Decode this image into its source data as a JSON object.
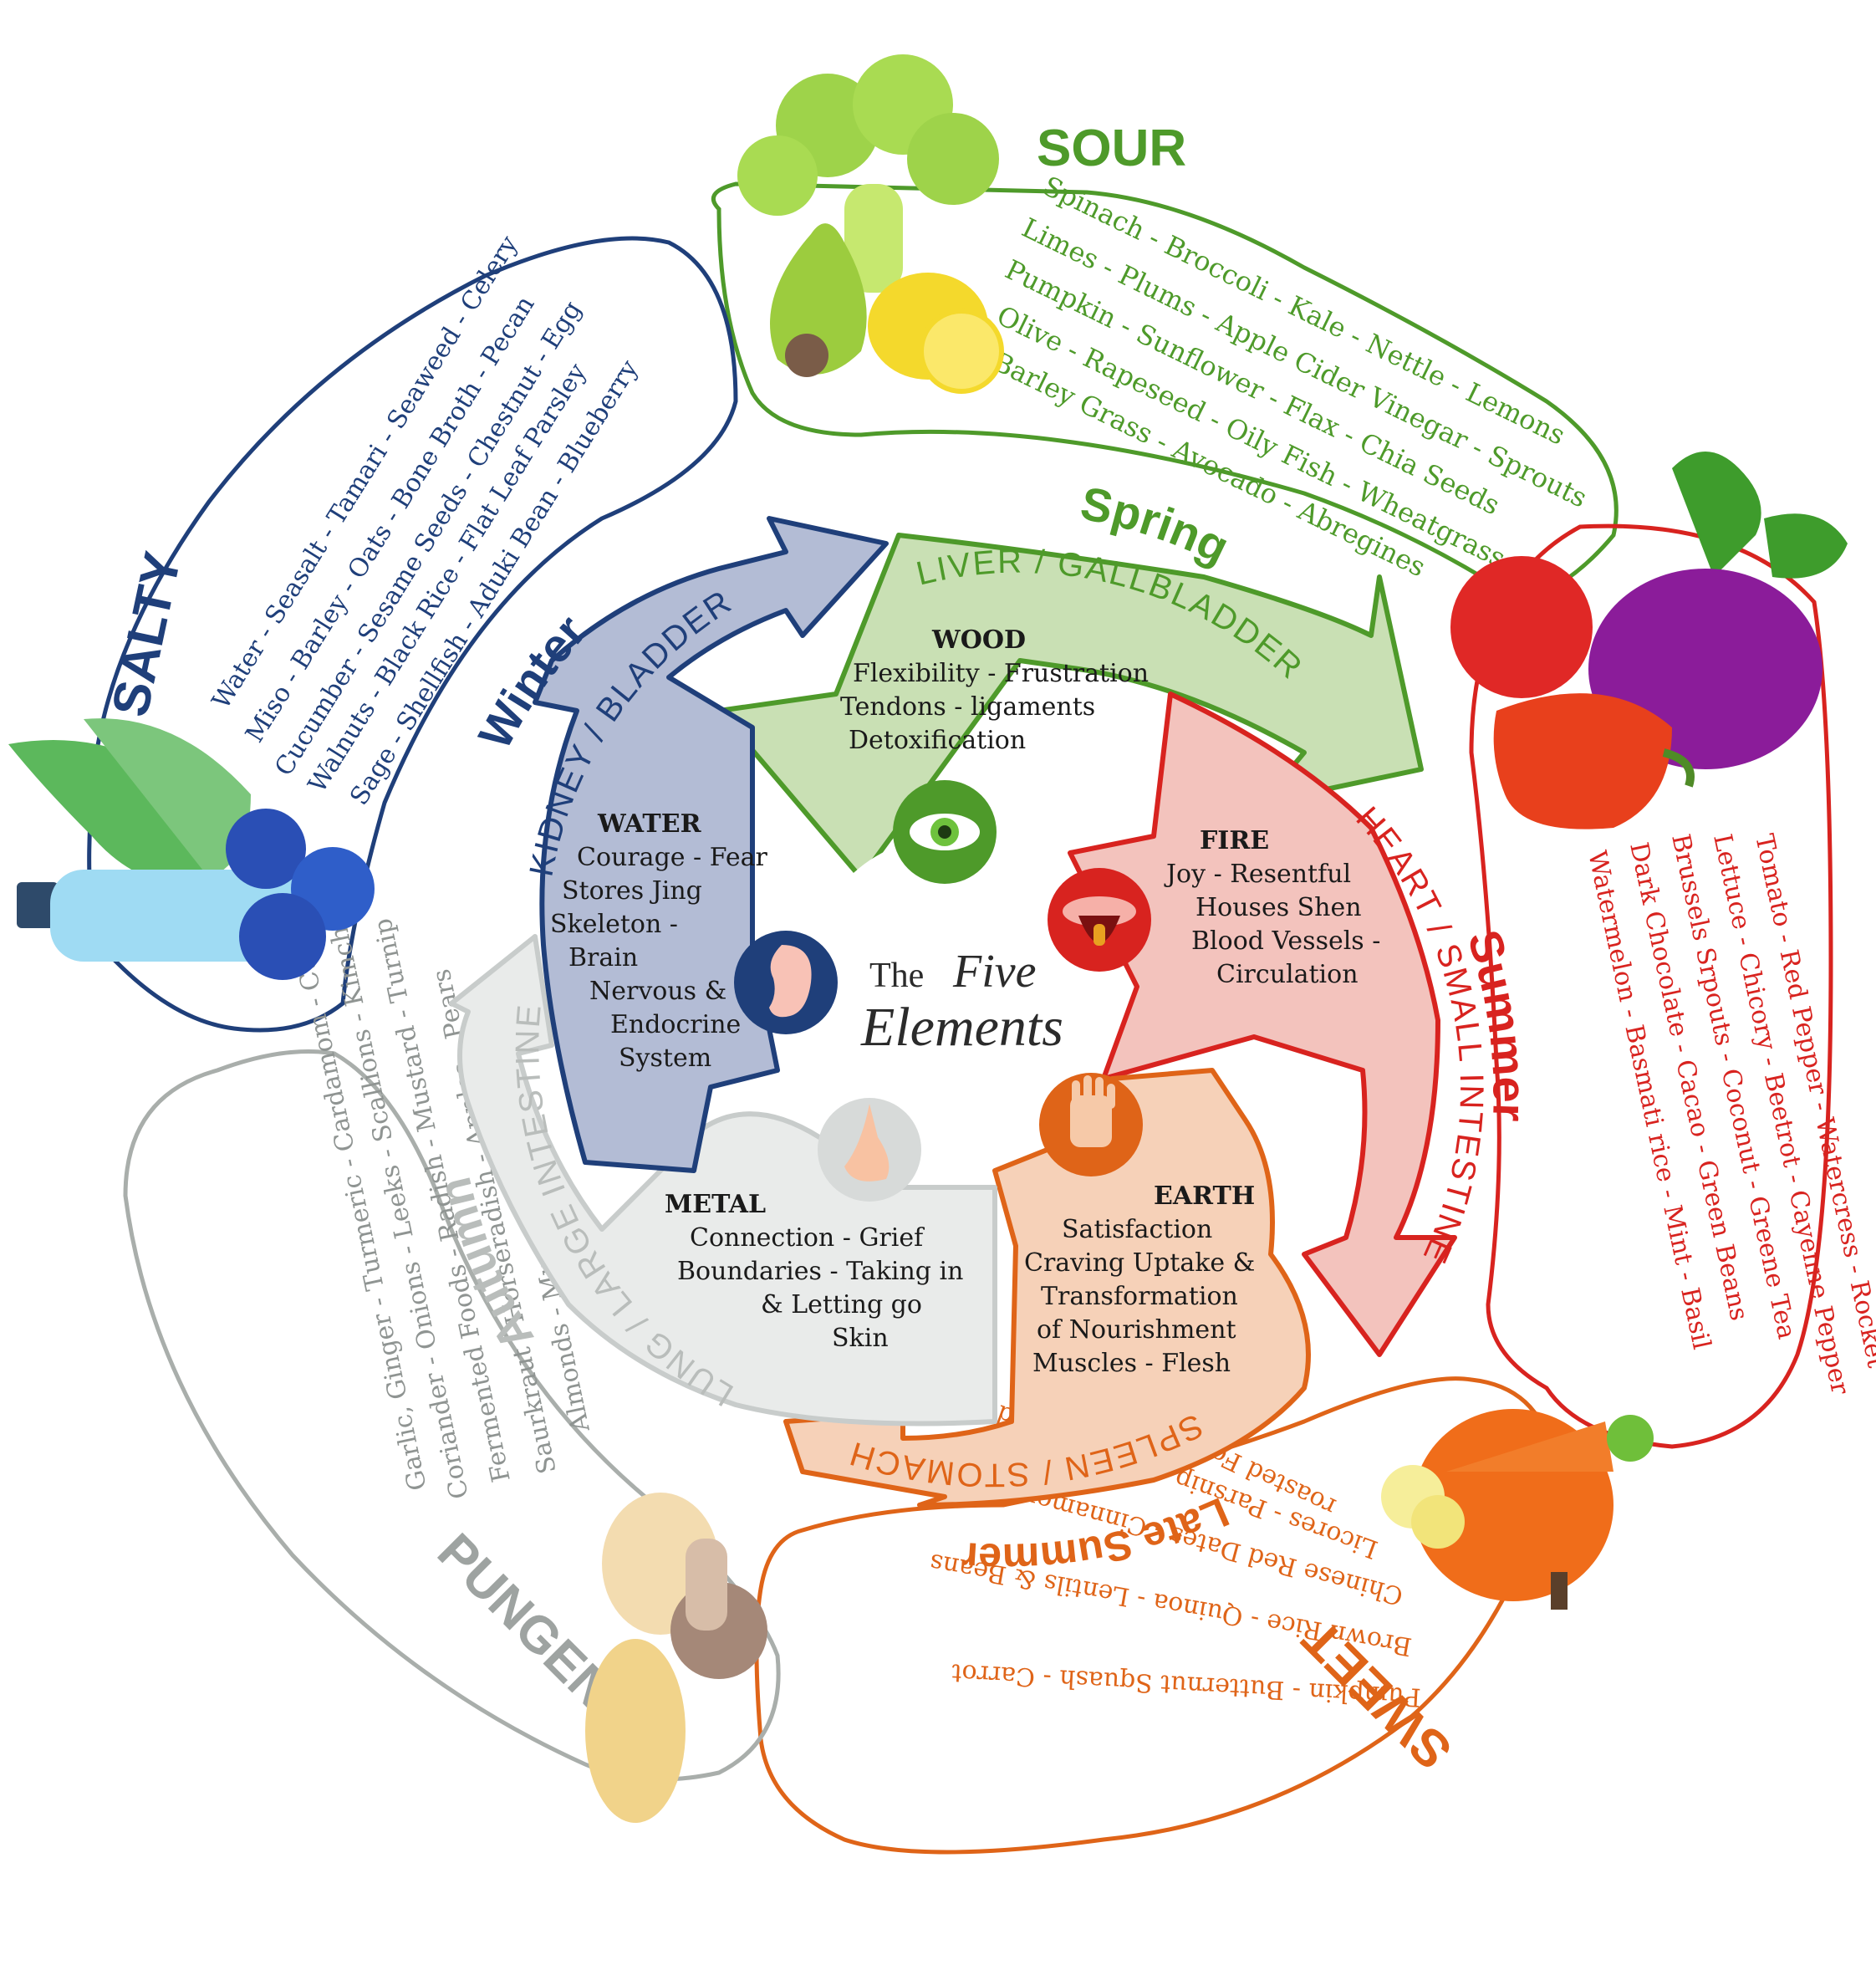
{
  "center": {
    "the": "The",
    "five": "Five",
    "elements": "Elements"
  },
  "elements": [
    {
      "key": "wood",
      "name": "WOOD",
      "lines": [
        "Flexibility - Frustration",
        "Tendons - ligaments",
        "Detoxification"
      ],
      "organ": "LIVER / GALLBLADDER",
      "season": "Spring",
      "sense": "eye-icon",
      "color": "#4e9a2a",
      "fill": "#c9e0b4",
      "stroke": "#4e9a2a"
    },
    {
      "key": "fire",
      "name": "FIRE",
      "lines": [
        "Joy  - Resentful",
        "Houses Shen",
        "Blood Vessels -",
        "Circulation"
      ],
      "organ": "HEART / SMALL INTESTINE",
      "season": "Summer",
      "sense": "tongue-icon",
      "color": "#d8231f",
      "fill": "#f3c3bd",
      "stroke": "#d8231f"
    },
    {
      "key": "earth",
      "name": "EARTH",
      "lines": [
        "Satisfaction",
        "Craving Uptake &",
        "Transformation",
        "of Nourishment",
        "Muscles - Flesh"
      ],
      "organ": "SPLEEN / STOMACH",
      "season": "Late Summer",
      "sense": "hand-icon",
      "color": "#df6418",
      "fill": "#f6d1b8",
      "stroke": "#df6418"
    },
    {
      "key": "metal",
      "name": "METAL",
      "lines": [
        "Connection - Grief",
        "Boundaries - Taking in",
        "& Letting go",
        "Skin"
      ],
      "organ": "LUNG / LARGE INTESTINE",
      "season": "Autumn",
      "sense": "nose-icon",
      "color": "#a9aeab",
      "fill": "#e9ebea",
      "stroke": "#c8cccb"
    },
    {
      "key": "water",
      "name": "WATER",
      "lines": [
        "Courage - Fear",
        "Stores Jing",
        "Skeleton -",
        "Brain",
        "Nervous &",
        "Endocrine",
        "System"
      ],
      "organ": "KIDNEY / BLADDER",
      "season": "Winter",
      "sense": "ear-icon",
      "color": "#1f3f7a",
      "fill": "#b3bcd5",
      "stroke": "#1f3f7a"
    }
  ],
  "tastes": [
    {
      "key": "sour",
      "title": "SOUR",
      "color": "#4e9a2a",
      "lines": [
        "Spinach - Broccoli - Kale - Nettle - Lemons",
        "Limes - Plums - Apple Cider Vinegar - Sprouts",
        "Pumpkin - Sunflower - Flax - Chia Seeds",
        "Olive - Rapeseed - Oily Fish - Wheatgrass",
        "Barley Grass - Avocado - Abregines"
      ]
    },
    {
      "key": "bitter",
      "title": "BITTER",
      "color": "#d8231f",
      "lines": [
        "Tomato - Red Pepper - Watercress - Rocket",
        "Lettuce - Chicory - Beetrot - Cayenne Pepper",
        "Brussels Srpouts - Coconut - Greene Tea",
        "Dark Chocolate - Cacao - Green Beans",
        "Watermelon - Basmati rice - Mint - Basil"
      ]
    },
    {
      "key": "sweet",
      "title": "SWEET",
      "color": "#df6418",
      "lines": [
        "Pumpkin - Butternut Squash - Carrot",
        "Brown Rice - Quinoa - Lentils & Beans",
        "Chinese Red Dates - Cinnamon - Aniseed",
        "Licores - Parsnip - Slow Cooked Food",
        "roasted Food - Millet"
      ]
    },
    {
      "key": "pungent",
      "title": "PUNGENT",
      "color": "#9ea3a1",
      "lines": [
        "Garlic, Ginger - Turmeric - Cardamom - Cumin",
        "Coriander - Onions - Leeks - Scallions - Kimchi",
        "Fermented Foods - Radish - Mustard - Turnip",
        "Saurkraut - Horseradish - Apples - Pears",
        "Almonds - Mushrooms - Thyme"
      ]
    },
    {
      "key": "salty",
      "title": "SALTY",
      "color": "#1f3f7a",
      "lines": [
        "Water - Seasalt - Tamari - Seaweed - Celery",
        "Miso - Barley - Oats - Bone Broth - Pecan",
        "Cucumber - Sesame Seeds - Chestnut - Egg",
        "Walnuts - Black Rice - Flat Leaf Parsley",
        "Sage - Shellfish - Aduki Bean - Blueberry"
      ]
    }
  ]
}
